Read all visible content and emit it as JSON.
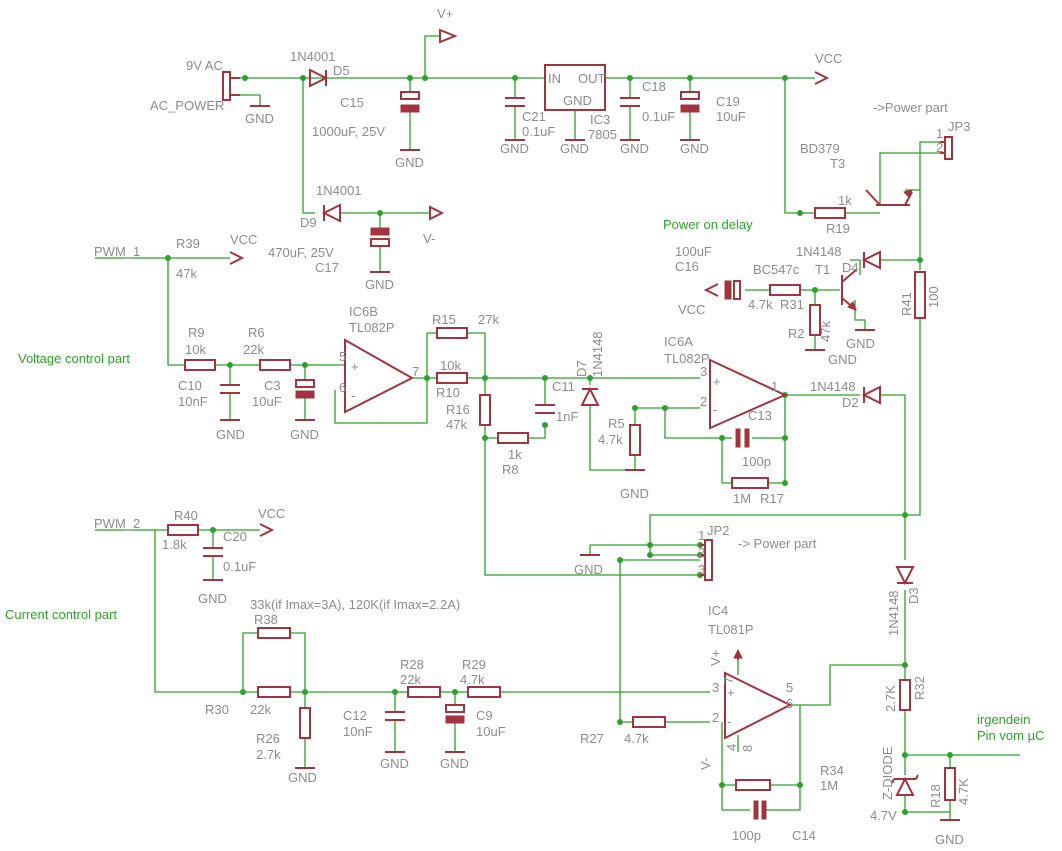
{
  "notes": {
    "voltage_part": "Voltage control part",
    "current_part": "Current control part",
    "power_delay": "Power on delay",
    "power_part_1": "->Power part",
    "power_part_2": "-> Power part",
    "r30_options": "33k(if Imax=3A), 120K(if Imax=2.2A)",
    "mcu_pin_1": "irgendein",
    "mcu_pin_2": "Pin vom µC"
  },
  "supplies": {
    "vplus": "V+",
    "vminus": "V-",
    "vcc": "VCC",
    "gnd": "GND"
  },
  "inputs": {
    "ac_power": "AC_POWER",
    "ac_rating": "9V AC",
    "pwm1": "PWM_1",
    "pwm2": "PWM_2"
  },
  "pins": {
    "p1": "1",
    "p2": "2",
    "p3": "3",
    "p4": "4",
    "p5": "5",
    "p6": "6",
    "p7": "7",
    "p8": "8",
    "plus": "+",
    "minus": "-",
    "in": "IN",
    "out": "OUT"
  },
  "parts": {
    "d5": {
      "name": "D5",
      "value": "1N4001"
    },
    "d9": {
      "name": "D9",
      "value": "1N4001"
    },
    "c15": {
      "name": "C15",
      "value": "1000uF, 25V"
    },
    "c17": {
      "name": "C17",
      "value": "470uF, 25V"
    },
    "c21": {
      "name": "C21",
      "value": "0.1uF"
    },
    "ic3": {
      "name": "IC3",
      "value": "7805"
    },
    "c18": {
      "name": "C18",
      "value": "0.1uF"
    },
    "c19": {
      "name": "C19",
      "value": "10uF"
    },
    "jp3": {
      "name": "JP3"
    },
    "t3": {
      "name": "T3",
      "value": "BD379"
    },
    "r19": {
      "name": "R19",
      "value": "1k"
    },
    "c16": {
      "name": "C16",
      "value": "100uF"
    },
    "t1": {
      "name": "T1",
      "value": "BC547c"
    },
    "r31": {
      "name": "R31",
      "value": "4.7k"
    },
    "d4": {
      "name": "D4",
      "value": "1N4148"
    },
    "r2": {
      "name": "R2",
      "value": "47k"
    },
    "r41": {
      "name": "R41",
      "value": "100"
    },
    "r39": {
      "name": "R39",
      "value": "47k"
    },
    "r9": {
      "name": "R9",
      "value": "10k"
    },
    "r6": {
      "name": "R6",
      "value": "22k"
    },
    "c10": {
      "name": "C10",
      "value": "10nF"
    },
    "c3": {
      "name": "C3",
      "value": "10uF"
    },
    "ic6b": {
      "name": "IC6B",
      "value": "TL082P"
    },
    "r15": {
      "name": "R15",
      "value": "27k"
    },
    "r10": {
      "name": "R10",
      "value": "10k"
    },
    "r16": {
      "name": "R16",
      "value": "47k"
    },
    "r8": {
      "name": "R8",
      "value": "1k"
    },
    "c11": {
      "name": "C11",
      "value": "1nF"
    },
    "d7": {
      "name": "D7",
      "value": "1N4148"
    },
    "ic6a": {
      "name": "IC6A",
      "value": "TL082P"
    },
    "r5": {
      "name": "R5",
      "value": "4.7k"
    },
    "c13": {
      "name": "C13",
      "value": "100p"
    },
    "r17": {
      "name": "R17",
      "value": "1M"
    },
    "d2": {
      "name": "D2",
      "value": "1N4148"
    },
    "r40": {
      "name": "R40",
      "value": "1.8k"
    },
    "c20": {
      "name": "C20",
      "value": "0.1uF"
    },
    "jp2": {
      "name": "JP2"
    },
    "d3": {
      "name": "D3",
      "value": "1N4148"
    },
    "r38": {
      "name": "R38"
    },
    "r30": {
      "name": "R30",
      "value": "22k"
    },
    "r26": {
      "name": "R26",
      "value": "2.7k"
    },
    "c12": {
      "name": "C12",
      "value": "10nF"
    },
    "r28": {
      "name": "R28",
      "value": "22k"
    },
    "r29": {
      "name": "R29",
      "value": "4.7k"
    },
    "c9": {
      "name": "C9",
      "value": "10uF"
    },
    "ic4": {
      "name": "IC4",
      "value": "TL081P"
    },
    "r27": {
      "name": "R27",
      "value": "4.7k"
    },
    "r34": {
      "name": "R34",
      "value": "1M"
    },
    "c14": {
      "name": "C14",
      "value": "100p"
    },
    "r32": {
      "name": "R32",
      "value": "2.7K"
    },
    "zdiode": {
      "name": "Z-DIODE",
      "value": "4.7V"
    },
    "r18": {
      "name": "R18",
      "value": "4.7K"
    }
  }
}
